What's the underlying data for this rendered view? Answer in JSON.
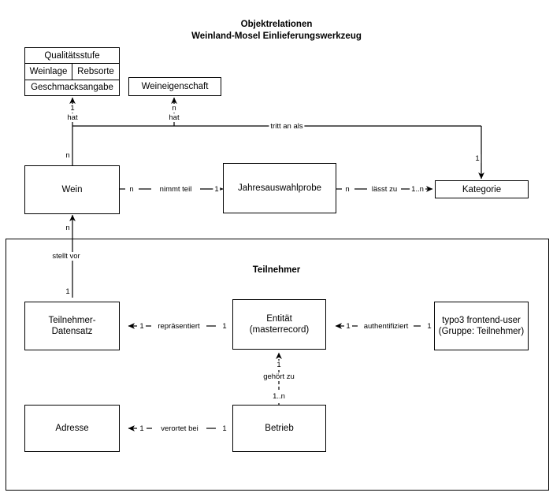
{
  "diagram": {
    "title_line1": "Objektrelationen",
    "title_line2": "Weinland-Mosel Einlieferungswerkzeug",
    "group_label": "Teilnehmer",
    "entities": {
      "wein": "Wein",
      "jahresauswahlprobe": "Jahresauswahlprobe",
      "kategorie": "Kategorie",
      "weineigenschaft": "Weineigenschaft",
      "teilnehmer_datensatz": "Teilnehmer-Datensatz",
      "entitaet": "Entität (masterrecord)",
      "typo3_user_line1": "typo3 frontend-user",
      "typo3_user_line2": "(Gruppe: Teilnehmer)",
      "adresse": "Adresse",
      "betrieb": "Betrieb"
    },
    "attribute_table": {
      "row1": [
        "Qualitätsstufe"
      ],
      "row2": [
        "Weinlage",
        "Rebsorte"
      ],
      "row3": [
        "Geschmacksangabe"
      ]
    },
    "relations": {
      "hat_qualitaet": {
        "label": "hat",
        "card_target": "1",
        "card_source": "n"
      },
      "hat_weineigenschaft": {
        "label": "hat",
        "card_target": "n"
      },
      "tritt_an_als": {
        "label": "tritt an als",
        "card_target": "1"
      },
      "nimmt_teil": {
        "label": "nimmt teil",
        "card_source": "n",
        "card_target": "1"
      },
      "laesst_zu": {
        "label": "lässt zu",
        "card_source": "n",
        "card_target": "1..n"
      },
      "stellt_vor": {
        "label": "stellt vor",
        "card_top": "n",
        "card_bottom": "1"
      },
      "repraesentiert": {
        "label": "repräsentiert",
        "card_left": "1",
        "card_right": "1"
      },
      "authentifiziert": {
        "label": "authentifiziert",
        "card_left": "1",
        "card_right": "1"
      },
      "gehoert_zu": {
        "label": "gehört zu",
        "card_top": "1",
        "card_bottom": "1..n"
      },
      "verortet_bei": {
        "label": "verortet bei",
        "card_left": "1",
        "card_right": "1"
      }
    }
  }
}
